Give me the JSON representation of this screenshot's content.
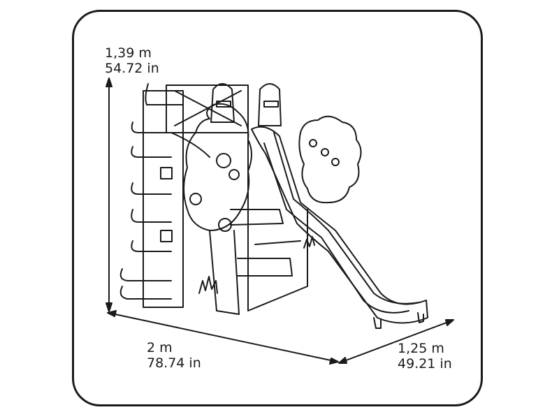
{
  "dimensions": {
    "height": {
      "metric": "1,39 m",
      "imperial": "54.72 in"
    },
    "width": {
      "metric": "2 m",
      "imperial": "78.74 in"
    },
    "depth": {
      "metric": "1,25 m",
      "imperial": "49.21 in"
    }
  },
  "colors": {
    "stroke": "#1a1a1a",
    "background": "#ffffff"
  }
}
